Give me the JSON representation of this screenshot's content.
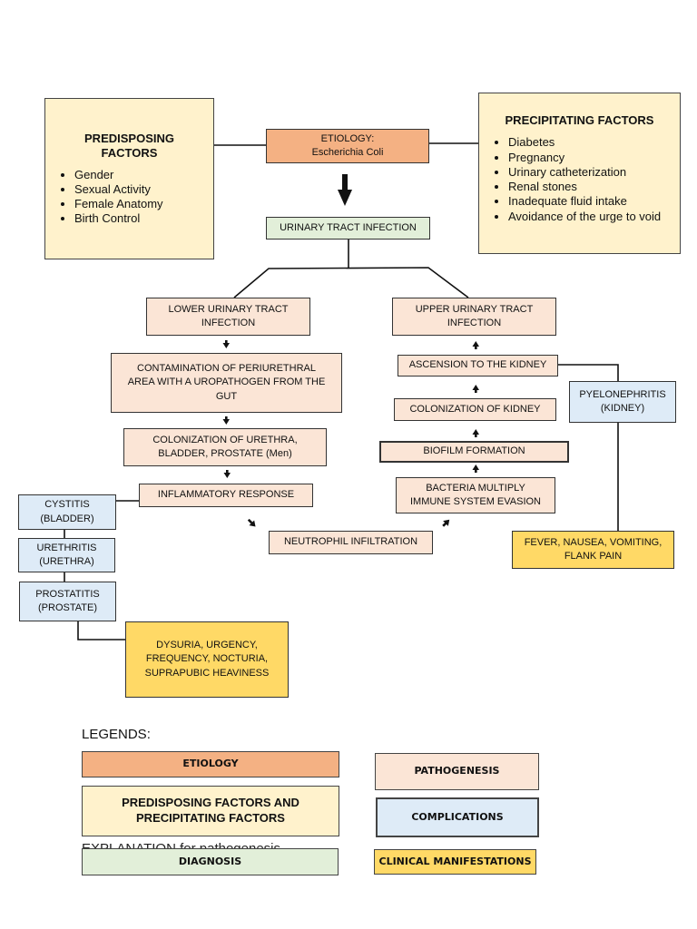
{
  "etiology": {
    "label": "ETIOLOGY:",
    "organism": "Escherichia Coli"
  },
  "predisposing": {
    "title_line1": "PREDISPOSING",
    "title_line2": "FACTORS",
    "items": [
      "Gender",
      "Sexual Activity",
      "Female Anatomy",
      "Birth Control"
    ]
  },
  "precipitating": {
    "title": "PRECIPITATING FACTORS",
    "items": [
      "Diabetes",
      "Pregnancy",
      "Urinary catheterization",
      "Renal stones",
      "Inadequate fluid intake",
      "Avoidance of the urge to void"
    ]
  },
  "diagnosis": "URINARY TRACT INFECTION",
  "lower": {
    "title_line1": "LOWER URINARY TRACT",
    "title_line2": "INFECTION",
    "contamination": [
      "CONTAMINATION OF PERIURETHRAL",
      "AREA WITH A UROPATHOGEN FROM THE",
      "GUT"
    ],
    "colonization": [
      "COLONIZATION OF URETHRA,",
      "BLADDER, PROSTATE (Men)"
    ],
    "inflammatory": "INFLAMMATORY RESPONSE"
  },
  "upper": {
    "title_line1": "UPPER URINARY TRACT",
    "title_line2": "INFECTION",
    "ascension": "ASCENSION TO THE KIDNEY",
    "colonization": "COLONIZATION OF KIDNEY",
    "biofilm": "BIOFILM FORMATION",
    "bacteria": [
      "BACTERIA MULTIPLY",
      "IMMUNE SYSTEM EVASION"
    ]
  },
  "neutrophil": "NEUTROPHIL INFILTRATION",
  "complications": {
    "cystitis": [
      "CYSTITIS",
      "(BLADDER)"
    ],
    "urethritis": [
      "URETHRITIS",
      "(URETHRA)"
    ],
    "prostatitis": [
      "PROSTATITIS",
      "(PROSTATE)"
    ],
    "pyelonephritis": [
      "PYELONEPHRITIS",
      "(KIDNEY)"
    ]
  },
  "manifestations": {
    "lower": [
      "DYSURIA, URGENCY,",
      "FREQUENCY, NOCTURIA,",
      "SUPRAPUBIC HEAVINESS"
    ],
    "upper": [
      "FEVER, NAUSEA, VOMITING,",
      "FLANK PAIN"
    ]
  },
  "legend": {
    "title": "LEGENDS:",
    "etiology": "ETIOLOGY",
    "pathogenesis": "PATHOGENESIS",
    "factors_line1": "PREDISPOSING FACTORS AND",
    "factors_line2": "PRECIPITATING FACTORS",
    "complications": "COMPLICATIONS",
    "diagnosis": "DIAGNOSIS",
    "clinical": "CLINICAL MANIFESTATIONS",
    "explanation": "EXPLANATION for pathogenesis"
  },
  "colors": {
    "etiology": "#f4b183",
    "factors": "#fff2cc",
    "diagnosis": "#e2efd9",
    "pathogenesis": "#fbe5d6",
    "complications": "#deebf7",
    "clinical": "#ffd966"
  }
}
